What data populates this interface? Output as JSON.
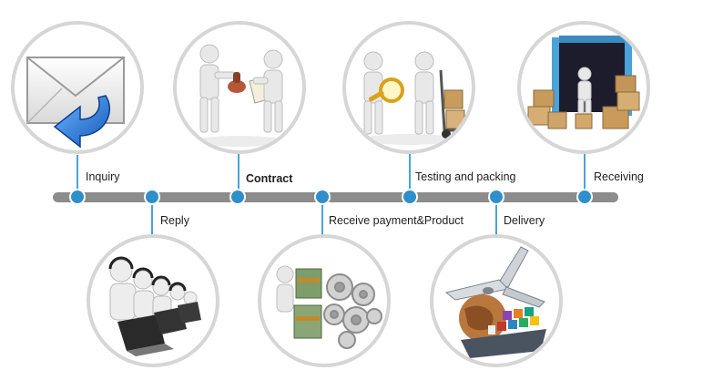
{
  "steps": {
    "inquiry": "Inquiry",
    "reply": "Reply",
    "contract": "Contract",
    "payment": "Receive payment&Product",
    "testing": "Testing and packing",
    "delivery": "Delivery",
    "receiving": "Receiving"
  },
  "colors": {
    "timeline": "#8c8c8c",
    "node": "#2f8fcb",
    "circle_border": "#d6d6d6"
  }
}
